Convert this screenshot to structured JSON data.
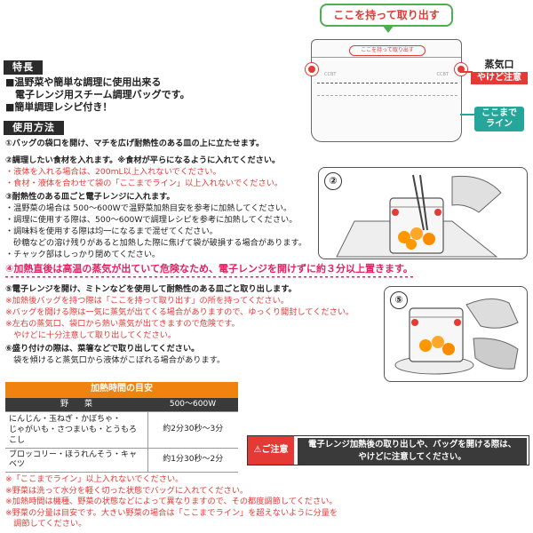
{
  "diagram": {
    "grab_here": "ここを持って取り出す",
    "bag_label": "ここを持って取り出す",
    "bag_small_left": "CCBT",
    "bag_small_right": "CCBT",
    "steam_vent": "蒸気口",
    "burn_caution": "やけど注意",
    "fill_line": "ここまで\nライン"
  },
  "features": {
    "header": "特長",
    "lines": [
      "■温野菜や簡単な調理に使用出来る",
      "　電子レンジ用スチーム調理バッグです。",
      "■簡単調理レシピ付き！"
    ]
  },
  "usage": {
    "header": "使用方法",
    "step1": "①バッグの袋口を開け、マチを広げ耐熱性のある皿の上に立たせます。",
    "step2": "②調理したい食材を入れます。※食材が平らになるように入れてください。",
    "step2_note1": "・液体を入れる場合は、200mL以上入れないでください。",
    "step2_note2": "・食材・液体を合わせて袋の「ここまでライン」以上入れないでください。",
    "step3": "③耐熱性のある皿ごと電子レンジに入れます。",
    "step3_a": "・温野菜の場合は 500〜600Wで温野菜加熱目安を参考に加熱してください。",
    "step3_b": "・調理に使用する際は、500〜600Wで調理レシピを参考に加熱してください。",
    "step3_c": "・調味料を使用する際は均一になるまで混ぜてください。",
    "step3_d": "　砂糖などの溶け残りがあると加熱した際に焦げて袋が破損する場合があります。",
    "step3_e": "・チャック部はしっかり閉めてください。",
    "step4": "④加熱直後は高温の蒸気が出ていて危険なため、電子レンジを開けずに約３分以上置きます。",
    "step5": "⑤電子レンジを開け、ミトンなどを使用して耐熱性のある皿ごと取り出します。",
    "step5_a": "※加熱後バッグを持つ際は「ここを持って取り出す」の所を持ってください。",
    "step5_b": "※バッグを開ける際は一気に蒸気が出てくる場合がありますので、ゆっくり開封してください。",
    "step5_c": "※左右の蒸気口、袋口から熱い蒸気が出てきますので危険です。",
    "step5_d": "　やけどに十分注意して取り出してください。",
    "step6": "⑥盛り付けの際は、菜箸などで取り出してください。",
    "step6_a": "　袋を傾けると蒸気口から液体がこぼれる場合があります。"
  },
  "illustrations": {
    "fig2_number": "②",
    "fig5_number": "⑤"
  },
  "table": {
    "caption": "加熱時間の目安",
    "col_vegetable": "野　　菜",
    "col_watt": "500〜600W",
    "rows": [
      {
        "veg_line1": "にんじん・玉ねぎ・かぼちゃ・",
        "veg_line2": "じゃがいも・さつまいも・とうもろこし",
        "time": "約2分30秒〜3分"
      },
      {
        "veg_line1": "ブロッコリー・ほうれんそう・キャベツ",
        "veg_line2": "",
        "time": "約1分30秒〜2分"
      }
    ]
  },
  "caution": {
    "tag": "⚠ご注意",
    "line1": "電子レンジ加熱後の取り出しや、バッグを開ける際は、",
    "line2": "やけどに注意してください。"
  },
  "notes": [
    "※「ここまでライン」以上入れないでください。",
    "※野菜は洗って水分を軽く切った状態でバッグに入れてください。",
    "※加熱時間は機種、野菜の状態などによって異なりますので、その都度調節してください。",
    "※野菜の分量は目安です。大きい野菜の場合は「ここまでライン」を超えないように分量を",
    "　調節してください。"
  ],
  "colors": {
    "accent_red": "#e53935",
    "accent_pink": "#e91e63",
    "accent_orange": "#f0820f",
    "accent_teal": "#26a69a",
    "accent_green": "#4caf50",
    "header_dark": "#2b2b2b"
  }
}
